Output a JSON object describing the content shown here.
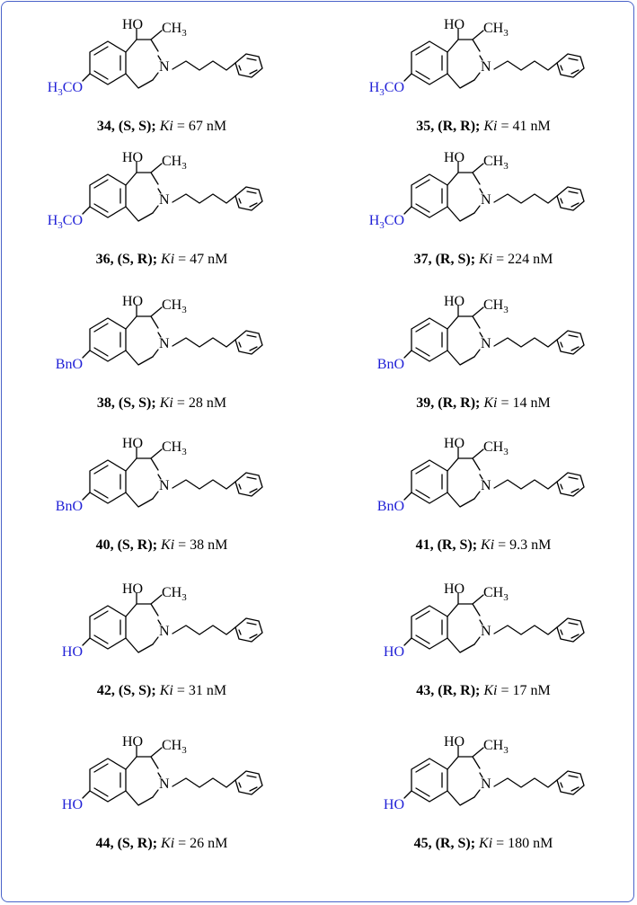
{
  "atoms": {
    "hydroxyl": "HO",
    "nitrogen": "N",
    "methyl_c": "CH",
    "methyl_sub": "3"
  },
  "compounds": [
    {
      "id": "34",
      "config": "(S, S)",
      "ki_symbol": "Ki",
      "ki_value": "67 nM",
      "substituent": "methoxy",
      "sub_main": "H",
      "sub_sub": "3",
      "sub_end": "CO"
    },
    {
      "id": "35",
      "config": "(R, R)",
      "ki_symbol": "Ki",
      "ki_value": "41 nM",
      "substituent": "methoxy",
      "sub_main": "H",
      "sub_sub": "3",
      "sub_end": "CO"
    },
    {
      "id": "36",
      "config": "(S, R)",
      "ki_symbol": "Ki",
      "ki_value": "47 nM",
      "substituent": "methoxy",
      "sub_main": "H",
      "sub_sub": "3",
      "sub_end": "CO"
    },
    {
      "id": "37",
      "config": "(R, S)",
      "ki_symbol": "Ki",
      "ki_value": "224 nM",
      "substituent": "methoxy",
      "sub_main": "H",
      "sub_sub": "3",
      "sub_end": "CO"
    },
    {
      "id": "38",
      "config": "(S, S)",
      "ki_symbol": "Ki",
      "ki_value": "28 nM",
      "substituent": "benzyloxy",
      "sub_main": "BnO",
      "sub_sub": "",
      "sub_end": ""
    },
    {
      "id": "39",
      "config": "(R, R)",
      "ki_symbol": "Ki",
      "ki_value": "14 nM",
      "substituent": "benzyloxy",
      "sub_main": "BnO",
      "sub_sub": "",
      "sub_end": ""
    },
    {
      "id": "40",
      "config": "(S, R)",
      "ki_symbol": "Ki",
      "ki_value": "38 nM",
      "substituent": "benzyloxy",
      "sub_main": "BnO",
      "sub_sub": "",
      "sub_end": ""
    },
    {
      "id": "41",
      "config": "(R, S)",
      "ki_symbol": "Ki",
      "ki_value": "9.3 nM",
      "substituent": "benzyloxy",
      "sub_main": "BnO",
      "sub_sub": "",
      "sub_end": ""
    },
    {
      "id": "42",
      "config": "(S, S)",
      "ki_symbol": "Ki",
      "ki_value": "31 nM",
      "substituent": "hydroxy",
      "sub_main": "HO",
      "sub_sub": "",
      "sub_end": ""
    },
    {
      "id": "43",
      "config": "(R, R)",
      "ki_symbol": "Ki",
      "ki_value": "17 nM",
      "substituent": "hydroxy",
      "sub_main": "HO",
      "sub_sub": "",
      "sub_end": ""
    },
    {
      "id": "44",
      "config": "(S, R)",
      "ki_symbol": "Ki",
      "ki_value": "26 nM",
      "substituent": "hydroxy",
      "sub_main": "HO",
      "sub_sub": "",
      "sub_end": ""
    },
    {
      "id": "45",
      "config": "(R, S)",
      "ki_symbol": "Ki",
      "ki_value": "180 nM",
      "substituent": "hydroxy",
      "sub_main": "HO",
      "sub_sub": "",
      "sub_end": ""
    }
  ],
  "colors": {
    "border": "#4a63c9",
    "substituent": "#1f1fd6",
    "text": "#000000"
  }
}
